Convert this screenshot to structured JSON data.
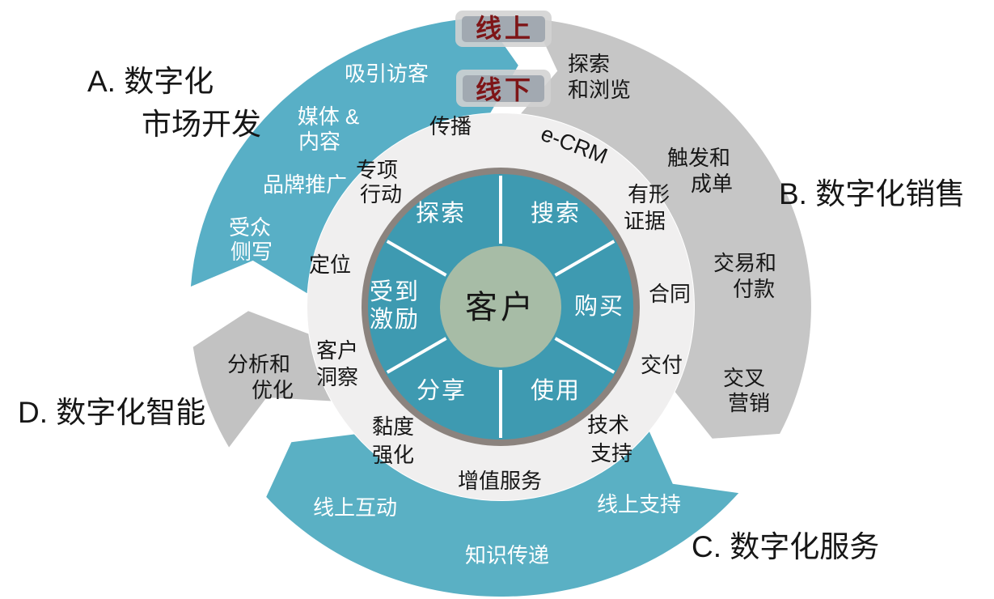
{
  "sections": {
    "a_line1": "A. 数字化",
    "a_line2": "市场开发",
    "b": "B. 数字化销售",
    "c": "C. 数字化服务",
    "d": "D. 数字化智能"
  },
  "tags": {
    "online": "线上",
    "offline": "线下"
  },
  "center_label": "客户",
  "inner_wheel": {
    "explore": "探索",
    "search": "搜索",
    "buy": "购买",
    "use": "使用",
    "share": "分享",
    "motivated_l1": "受到",
    "motivated_l2": "激励"
  },
  "middle_ring": {
    "spread": "传播",
    "ecrm": "e-CRM",
    "special_l1": "专项",
    "special_l2": "行动",
    "positioning": "定位",
    "insight_l1": "客户",
    "insight_l2": "洞察",
    "stickiness_l1": "黏度",
    "stickiness_l2": "强化",
    "value_added": "增值服务",
    "tech_l1": "技术",
    "tech_l2": "支持",
    "delivery": "交付",
    "contract": "合同",
    "evidence_l1": "有形",
    "evidence_l2": "证据"
  },
  "outer_ring": {
    "attract_visitors": "吸引访客",
    "media_l1": "媒体 &",
    "media_l2": "内容",
    "branding": "品牌推广",
    "audience_l1": "受众",
    "audience_l2": "侧写",
    "explore_browse_l1": "探索",
    "explore_browse_l2": "和浏览",
    "trigger_l1": "触发和",
    "trigger_l2": "成单",
    "transaction_l1": "交易和",
    "transaction_l2": "付款",
    "cross_l1": "交叉",
    "cross_l2": "营销",
    "online_support": "线上支持",
    "knowledge": "知识传递",
    "online_interaction": "线上互动",
    "analysis_l1": "分析和",
    "analysis_l2": "优化"
  },
  "colors": {
    "teal_segment_a": "#58AFC6",
    "teal_segment_c": "#5AB0C4",
    "gray_segment_b": "#C6C6C6",
    "gray_segment_d": "#C2C2C2",
    "light_ring": "#F0EFEF",
    "wheel_fill": "#3E9AB1",
    "wheel_border": "#8B837E",
    "center_fill": "#A7BCA6",
    "tag_text": "#7E1517",
    "tag_box_outer": "#D2D2D2",
    "tag_box_inner": "#9FA7AF"
  }
}
